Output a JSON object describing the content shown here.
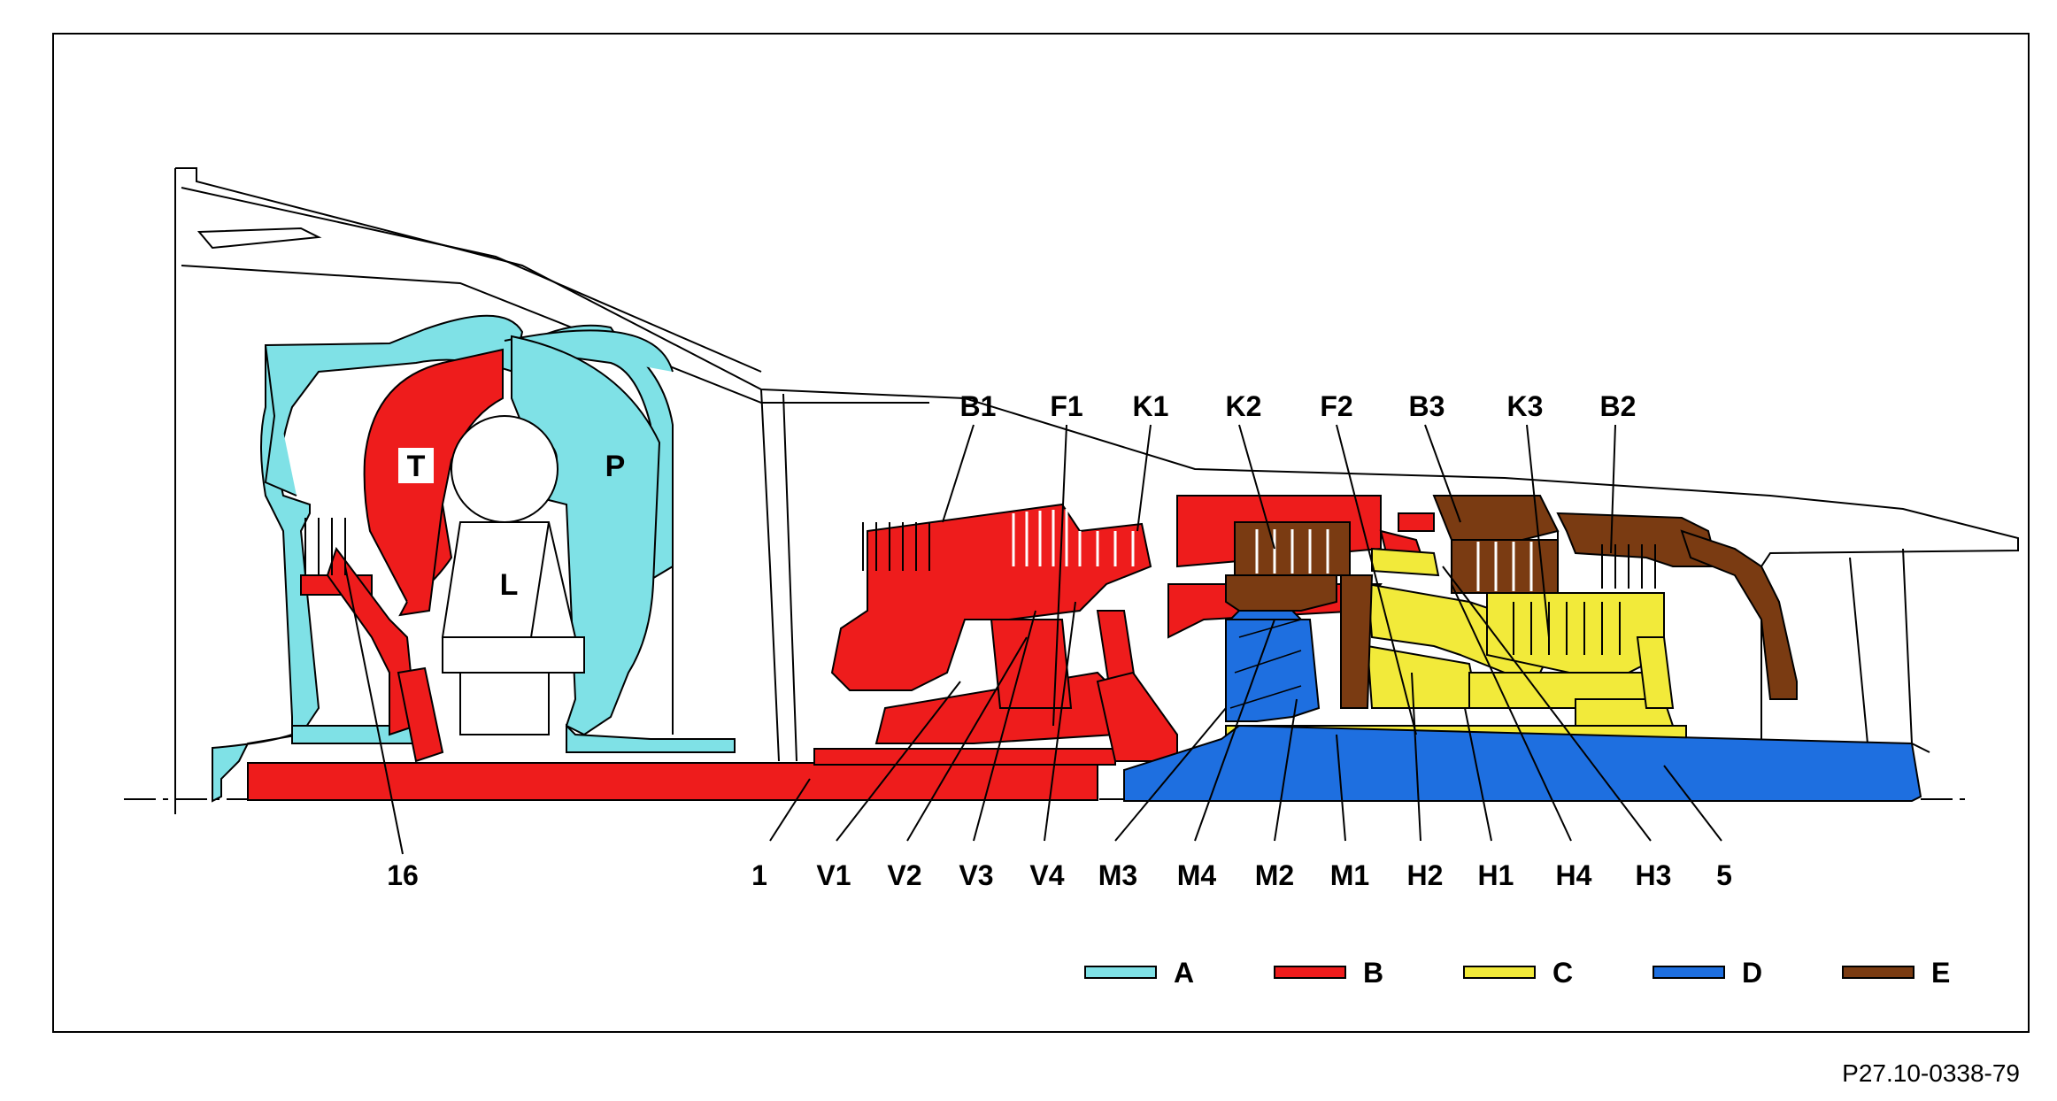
{
  "colors": {
    "A": "#7FE1E6",
    "B": "#EE1C1C",
    "C": "#F2EA3A",
    "D": "#1E6FE0",
    "E": "#7A3B12"
  },
  "component_labels": {
    "T": "T",
    "P": "P",
    "L": "L",
    "B1": "B1",
    "F1": "F1",
    "K1": "K1",
    "K2": "K2",
    "F2": "F2",
    "B3": "B3",
    "K3": "K3",
    "B2": "B2"
  },
  "bottom_labels": {
    "n16": "16",
    "n1": "1",
    "V1": "V1",
    "V2": "V2",
    "V3": "V3",
    "V4": "V4",
    "M3": "M3",
    "M4": "M4",
    "M2": "M2",
    "M1": "M1",
    "H2": "H2",
    "H1": "H1",
    "H4": "H4",
    "H3": "H3",
    "n5": "5"
  },
  "legend": [
    {
      "key": "A",
      "label": "A"
    },
    {
      "key": "B",
      "label": "B"
    },
    {
      "key": "C",
      "label": "C"
    },
    {
      "key": "D",
      "label": "D"
    },
    {
      "key": "E",
      "label": "E"
    }
  ],
  "reference_code": "P27.10-0338-79"
}
